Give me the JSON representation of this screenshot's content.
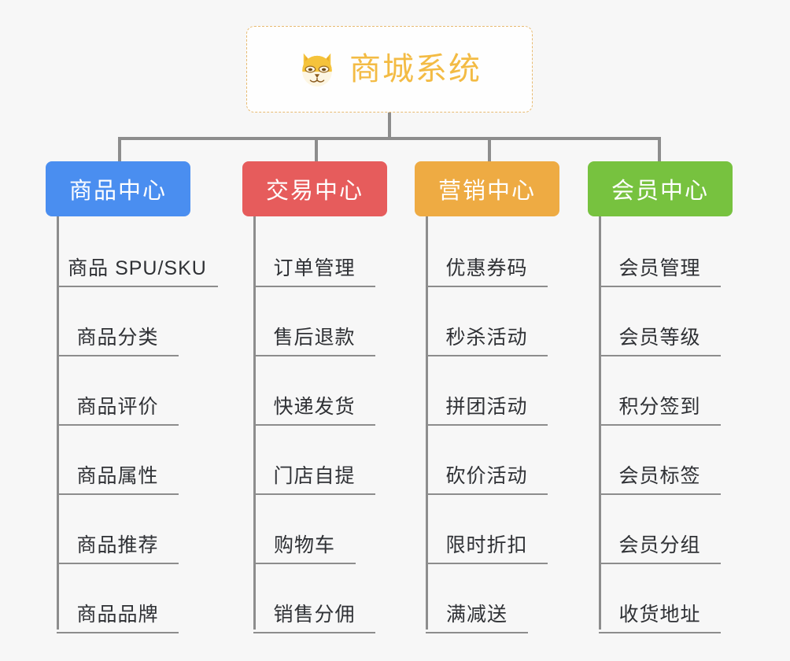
{
  "root": {
    "title": "商城系统",
    "icon": "shiba-dog-icon",
    "border_color": "#e8bb72",
    "text_color": "#f3bb44",
    "background": "#fefefe"
  },
  "canvas": {
    "background": "#f7f7f7",
    "connector_color": "#8d8d8d"
  },
  "columns": [
    {
      "id": "product-center",
      "label": "商品中心",
      "color": "#4a8ef0",
      "items": [
        "商品 SPU/SKU",
        "商品分类",
        "商品评价",
        "商品属性",
        "商品推荐",
        "商品品牌"
      ]
    },
    {
      "id": "trade-center",
      "label": "交易中心",
      "color": "#e65c5c",
      "items": [
        "订单管理",
        "售后退款",
        "快递发货",
        "门店自提",
        "购物车",
        "销售分佣"
      ]
    },
    {
      "id": "marketing-center",
      "label": "营销中心",
      "color": "#eeab43",
      "items": [
        "优惠券码",
        "秒杀活动",
        "拼团活动",
        "砍价活动",
        "限时折扣",
        "满减送"
      ]
    },
    {
      "id": "member-center",
      "label": "会员中心",
      "color": "#77c23f",
      "items": [
        "会员管理",
        "会员等级",
        "积分签到",
        "会员标签",
        "会员分组",
        "收货地址"
      ]
    }
  ]
}
